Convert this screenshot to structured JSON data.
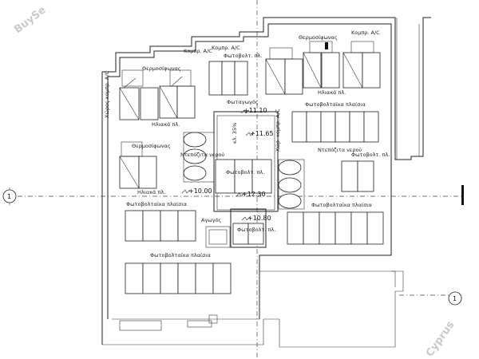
{
  "watermark": {
    "top_left": "BuySe",
    "bottom_right": "Cyprus"
  },
  "axis_markers": {
    "left": "1",
    "right": "1"
  },
  "labels": {
    "komp_ac_left": "Κομπρ. A/C",
    "komp_ac_top": "Κομπρ. A/C",
    "komp_ac_topright": "Κομπρ. A/C",
    "fotovolt_top": "Φωτοβολτ. πλ.",
    "thermosifonas_top": "Θερμοσίφωνας",
    "thermosifonas_left": "Θερμοσίφωνας",
    "thermosifonas_left2": "Θερμοσίφωνας",
    "choros_komp_ac_left": "Χώρος κομπρ. A/C",
    "choros_komp_ac_mid": "Χώρ. κομπρ. A/C",
    "iliaka_1": "Ηλιακά πλ.",
    "iliaka_2": "Ηλιακά πλ.",
    "iliaka_3": "Ηλιακά πλ.",
    "fotagogos": "Φωταγωγός",
    "fotovoltaika_mid": "Φωτοβολταϊκα πλαίσια",
    "ntepozita_left": "Ντεπόζιτα νερού",
    "ntepozita_right": "Ντεπόζιτα νερού",
    "fotovolt_right": "Φωτοβολτ. πλ.",
    "fotovolt_center": "Φωτοβολτ. πλ.",
    "fotovolt_small": "Φωτοβολτ. πλ.",
    "slope": "κλ. 35%",
    "fotovoltaika_left": "Φωτοβολταϊκα πλαίσια",
    "fotovoltaika_right": "Φωτοβολταϊκα πλαίσια",
    "fotovoltaika_bottom": "Φωτοβολταϊκα πλαίσια",
    "agogos": "Αγωγός"
  },
  "levels": {
    "l1": "+11.10",
    "l2": "+11.65",
    "l3": "+10.00",
    "l4": "+12.30",
    "l5": "+10.80"
  }
}
